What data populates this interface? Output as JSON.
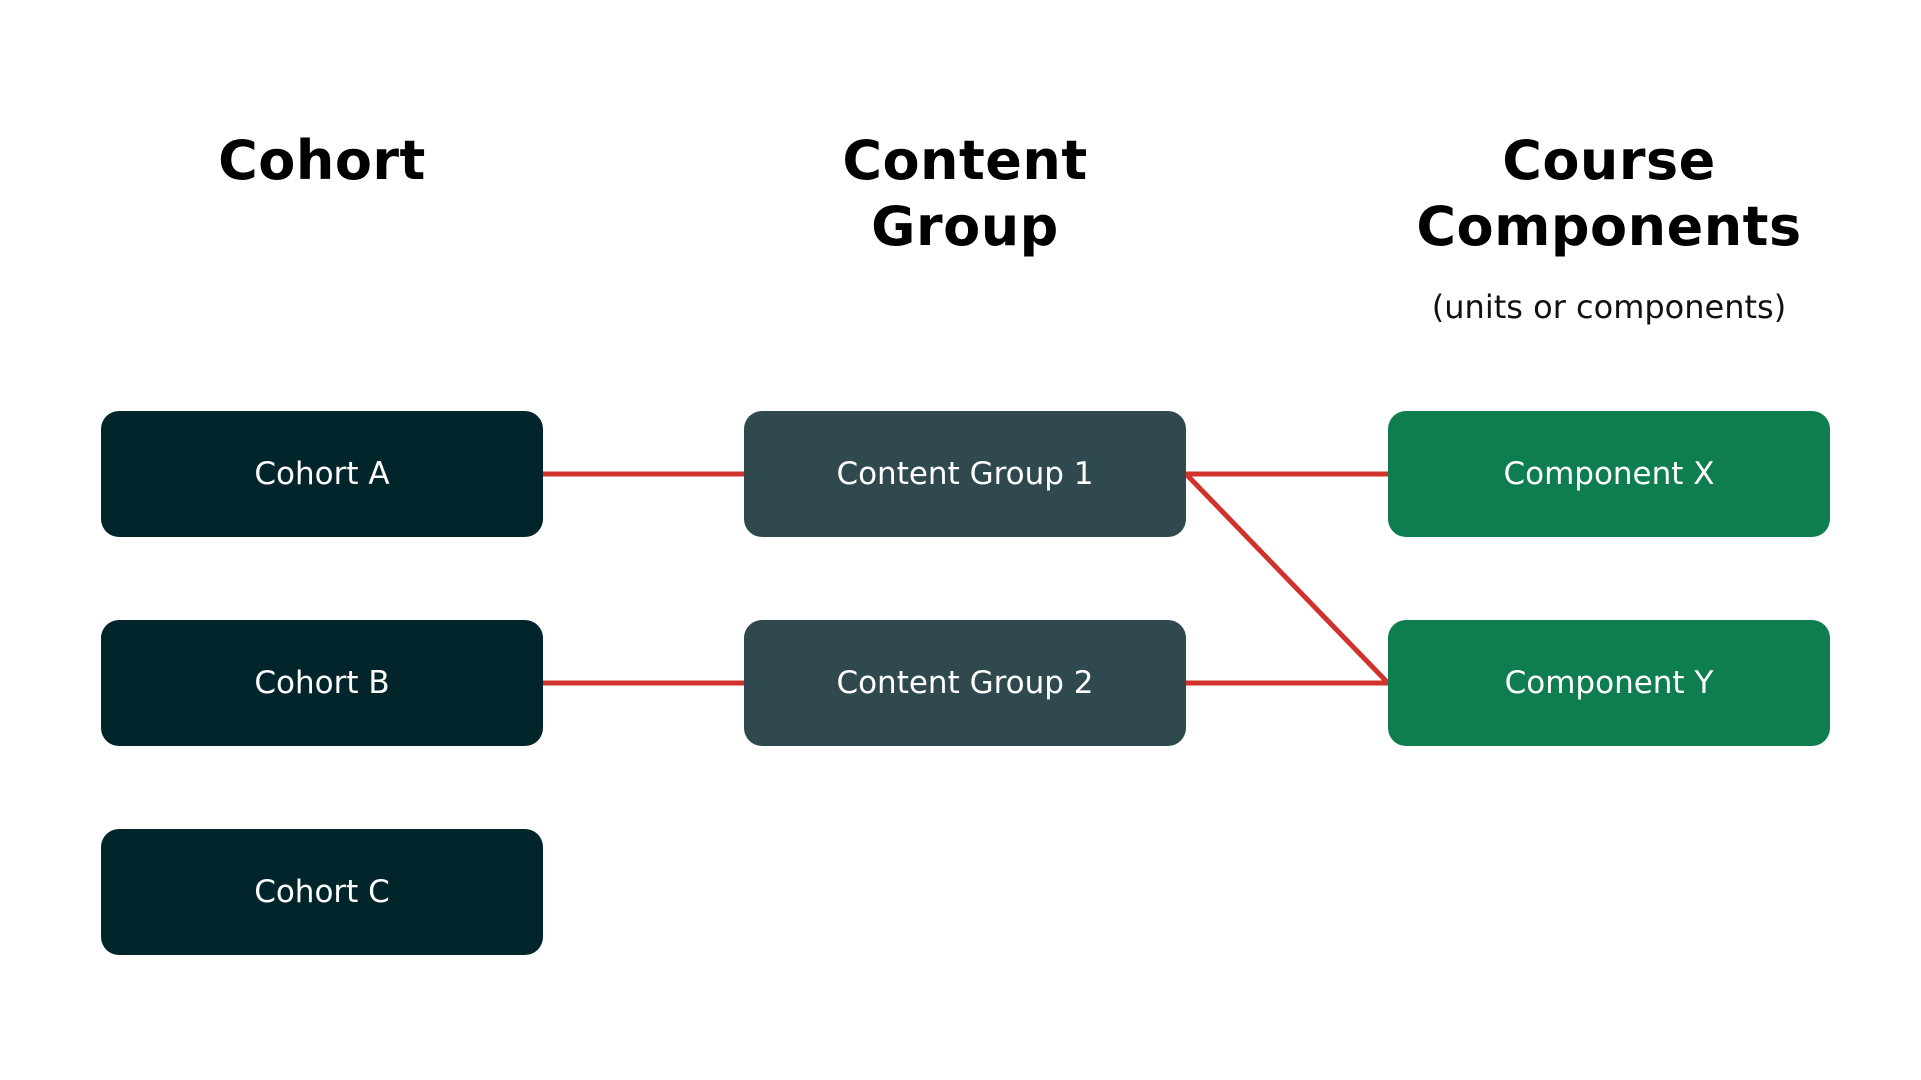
{
  "columns": {
    "cohort": {
      "heading": "Cohort"
    },
    "content_group": {
      "heading": "Content Group"
    },
    "course_components": {
      "heading": "Course Components",
      "subheading": "(units or components)"
    }
  },
  "nodes": {
    "cohorts": [
      "Cohort A",
      "Cohort B",
      "Cohort C"
    ],
    "content_groups": [
      "Content Group 1",
      "Content Group 2"
    ],
    "components": [
      "Component X",
      "Component Y"
    ]
  },
  "edges": [
    {
      "from": "Cohort A",
      "to": "Content Group 1"
    },
    {
      "from": "Cohort B",
      "to": "Content Group 2"
    },
    {
      "from": "Content Group 1",
      "to": "Component X"
    },
    {
      "from": "Content Group 1",
      "to": "Component Y"
    },
    {
      "from": "Content Group 2",
      "to": "Component Y"
    }
  ],
  "colors": {
    "cohort_fill": "#02252c",
    "content_group_fill": "#2f494f",
    "component_fill": "#0e7d4f",
    "connector": "#d0332b",
    "node_text": "#ffffff",
    "heading_text": "#000000"
  }
}
